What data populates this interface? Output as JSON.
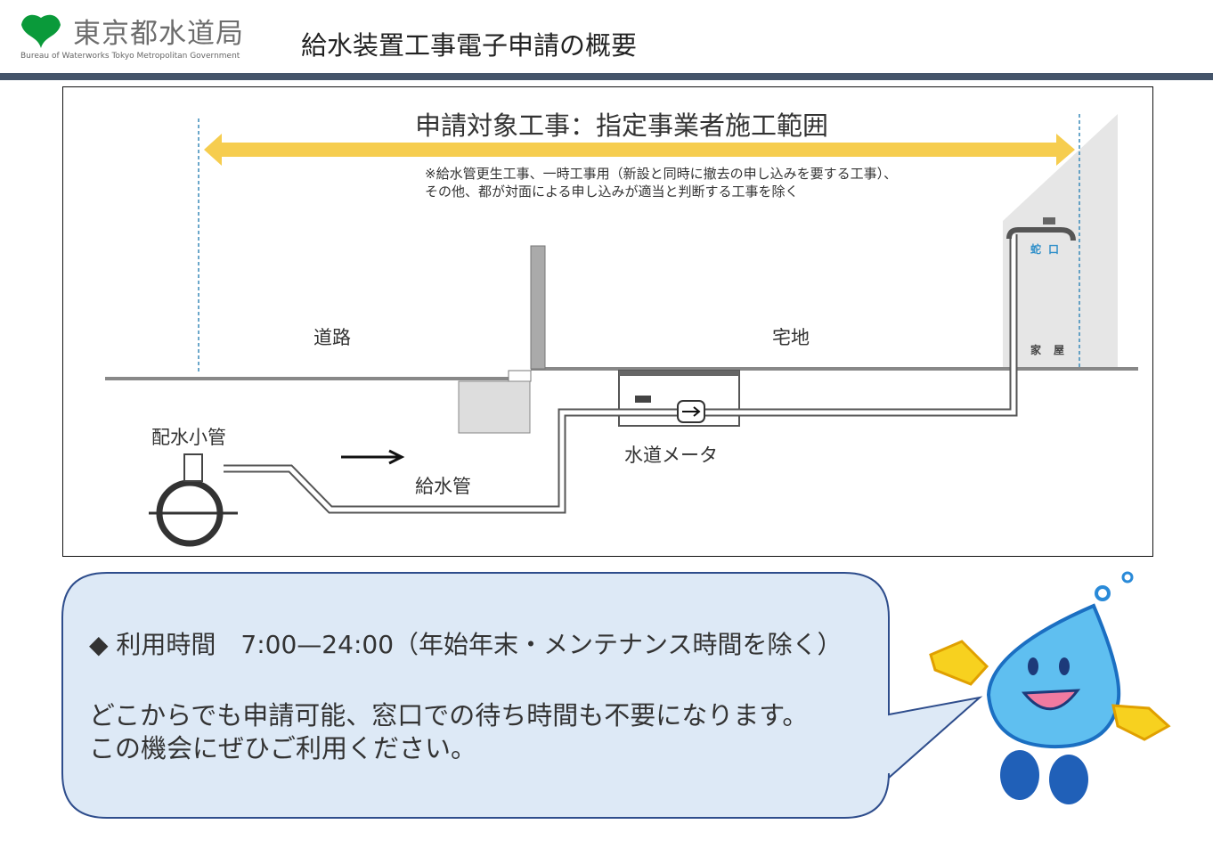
{
  "header": {
    "logo_text": "東京都水道局",
    "logo_subtitle": "Bureau of Waterworks Tokyo Metropolitan Government",
    "title": "給水装置工事電子申請の概要"
  },
  "diagram": {
    "scope_title": "申請対象工事：指定事業者施工範囲",
    "note_line1": "※給水管更生工事、一時工事用（新設と同時に撤去の申し込みを要する工事）、",
    "note_line2": "その他、都が対面による申し込みが適当と判断する工事を除く",
    "labels": {
      "road": "道路",
      "residential_land": "宅地",
      "distribution_pipe": "配水小管",
      "service_pipe": "給水管",
      "water_meter": "水道メータ",
      "faucet": "蛇口",
      "house": "家屋"
    },
    "colors": {
      "scope_arrow": "#f6cd4f",
      "faucet_label": "#2f8fc9"
    }
  },
  "info": {
    "hours_line": "◆ 利用時間　7:00—24:00（年始年末・メンテナンス時間を除く）",
    "message_line1": "どこからでも申請可能、窓口での待ち時間も不要になります。",
    "message_line2": "この機会にぜひご利用ください。",
    "colors": {
      "bubble_fill": "#dde9f6",
      "bubble_border": "#2e4d8c"
    }
  }
}
